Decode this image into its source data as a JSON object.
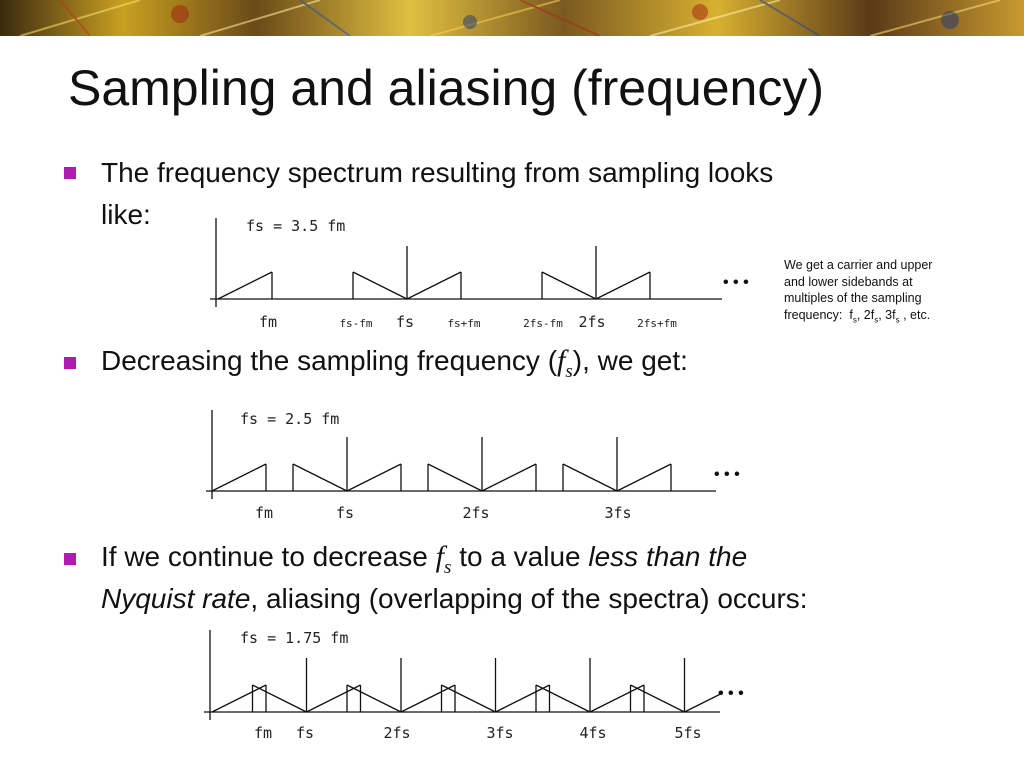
{
  "slide": {
    "title": "Sampling and aliasing (frequency)",
    "bullets": [
      {
        "line1": "The frequency spectrum resulting from sampling looks",
        "line2": "like:"
      },
      {
        "prefix": "Decreasing the sampling frequency (",
        "suffix": "), we get:"
      },
      {
        "line1_prefix": "If we continue to decrease",
        "line1_mid": "to a value",
        "line1_em": "less than the",
        "line2_em": "Nyquist rate",
        "line2_rest": ", aliasing (overlapping of the spectra) occurs:"
      }
    ],
    "fs_symbol": "f",
    "fs_sub": "s",
    "note": {
      "line1": "We get a carrier and upper",
      "line2": "and lower sidebands at",
      "line3": "multiples of the sampling",
      "line4_prefix": "frequency:",
      "f": "f",
      "sub": "s",
      "two": "2f",
      "three": "3f",
      "etc": ", etc."
    },
    "ellipsis": "• • •",
    "colors": {
      "bullet": "#b01cb0",
      "line": "#111111"
    }
  },
  "chart_data": [
    {
      "type": "diagram",
      "title": "fs = 3.5 fm",
      "fs_over_fm": 3.5,
      "tick_labels": [
        "fm",
        "fs-fm",
        "fs",
        "fs+fm",
        "2fs-fm",
        "2fs",
        "2fs+fm"
      ]
    },
    {
      "type": "diagram",
      "title": "fs = 2.5 fm",
      "fs_over_fm": 2.5,
      "tick_labels": [
        "fm",
        "fs",
        "2fs",
        "3fs"
      ]
    },
    {
      "type": "diagram",
      "title": "fs = 1.75 fm",
      "fs_over_fm": 1.75,
      "tick_labels": [
        "fm",
        "fs",
        "2fs",
        "3fs",
        "4fs",
        "5fs"
      ]
    }
  ]
}
